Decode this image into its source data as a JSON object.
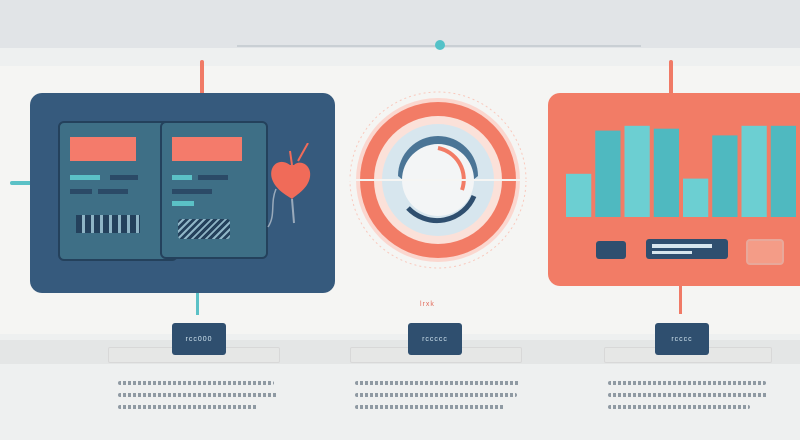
{
  "colors": {
    "navy": "#365a7d",
    "coral": "#f27c66",
    "teal": "#4fb9c0",
    "light_bg": "#f5f5f3"
  },
  "labels": {
    "left_box": "rcc000",
    "center_box": "rccccc",
    "center_top": "lrxk",
    "right_box": "rcccc"
  },
  "icons": {
    "left_heart": "anatomical-heart-icon",
    "center_circle": "dial-gauge-icon",
    "right_stepper": "stepper-icon"
  },
  "bar_chart": {
    "values": [
      0.45,
      0.9,
      0.95,
      0.92,
      0.4,
      0.85,
      0.95,
      0.95
    ]
  }
}
